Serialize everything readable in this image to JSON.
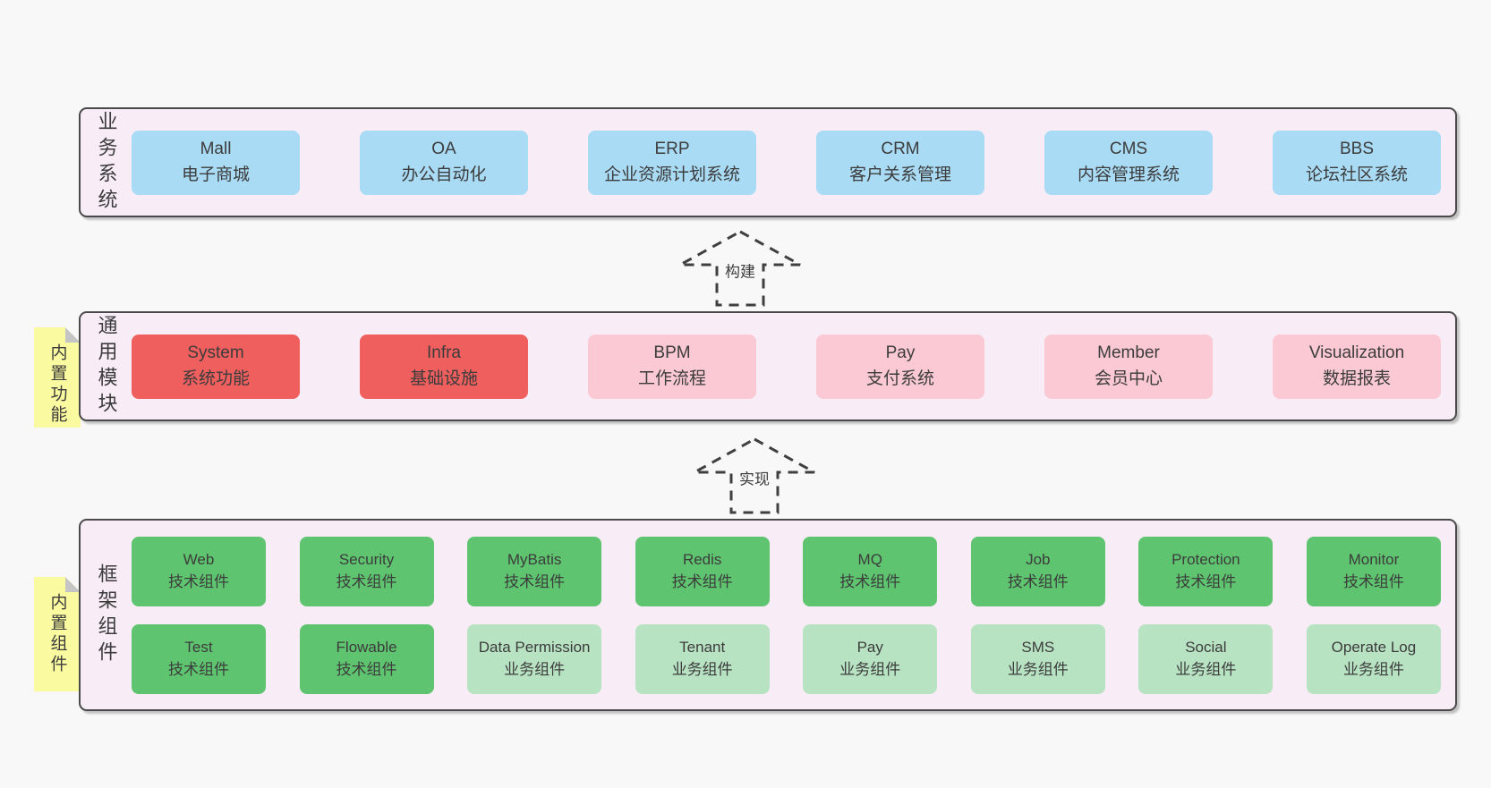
{
  "colors": {
    "page_bg": "#f8f8f8",
    "panel_bg": "#f8ecf6",
    "panel_border": "#4a4a4a",
    "blue": "#a9dbf5",
    "red": "#ef5f5e",
    "pink": "#fac9d3",
    "green": "#5ec46f",
    "green_light": "#b8e3c3",
    "sticky_yellow": "#fafaa0",
    "sticky_fold": "#c5c5c5",
    "text": "#3c3c3c"
  },
  "arrows": [
    {
      "label": "构建"
    },
    {
      "label": "实现"
    }
  ],
  "sections": {
    "business": {
      "label": "业务系统",
      "boxes": [
        {
          "name": "Mall",
          "desc": "电子商城",
          "variant": "blue"
        },
        {
          "name": "OA",
          "desc": "办公自动化",
          "variant": "blue"
        },
        {
          "name": "ERP",
          "desc": "企业资源计划系统",
          "variant": "blue"
        },
        {
          "name": "CRM",
          "desc": "客户关系管理",
          "variant": "blue"
        },
        {
          "name": "CMS",
          "desc": "内容管理系统",
          "variant": "blue"
        },
        {
          "name": "BBS",
          "desc": "论坛社区系统",
          "variant": "blue"
        }
      ]
    },
    "modules": {
      "label": "通用模块",
      "sticky": "内置功能",
      "boxes": [
        {
          "name": "System",
          "desc": "系统功能",
          "variant": "red"
        },
        {
          "name": "Infra",
          "desc": "基础设施",
          "variant": "red"
        },
        {
          "name": "BPM",
          "desc": "工作流程",
          "variant": "pink"
        },
        {
          "name": "Pay",
          "desc": "支付系统",
          "variant": "pink"
        },
        {
          "name": "Member",
          "desc": "会员中心",
          "variant": "pink"
        },
        {
          "name": "Visualization",
          "desc": "数据报表",
          "variant": "pink"
        }
      ]
    },
    "framework": {
      "label": "框架组件",
      "sticky": "内置组件",
      "rows": [
        [
          {
            "name": "Web",
            "desc": "技术组件",
            "variant": "green"
          },
          {
            "name": "Security",
            "desc": "技术组件",
            "variant": "green"
          },
          {
            "name": "MyBatis",
            "desc": "技术组件",
            "variant": "green"
          },
          {
            "name": "Redis",
            "desc": "技术组件",
            "variant": "green"
          },
          {
            "name": "MQ",
            "desc": "技术组件",
            "variant": "green"
          },
          {
            "name": "Job",
            "desc": "技术组件",
            "variant": "green"
          },
          {
            "name": "Protection",
            "desc": "技术组件",
            "variant": "green"
          },
          {
            "name": "Monitor",
            "desc": "技术组件",
            "variant": "green"
          }
        ],
        [
          {
            "name": "Test",
            "desc": "技术组件",
            "variant": "green"
          },
          {
            "name": "Flowable",
            "desc": "技术组件",
            "variant": "green"
          },
          {
            "name": "Data Permission",
            "desc": "业务组件",
            "variant": "green-light"
          },
          {
            "name": "Tenant",
            "desc": "业务组件",
            "variant": "green-light"
          },
          {
            "name": "Pay",
            "desc": "业务组件",
            "variant": "green-light"
          },
          {
            "name": "SMS",
            "desc": "业务组件",
            "variant": "green-light"
          },
          {
            "name": "Social",
            "desc": "业务组件",
            "variant": "green-light"
          },
          {
            "name": "Operate Log",
            "desc": "业务组件",
            "variant": "green-light"
          }
        ]
      ]
    }
  }
}
